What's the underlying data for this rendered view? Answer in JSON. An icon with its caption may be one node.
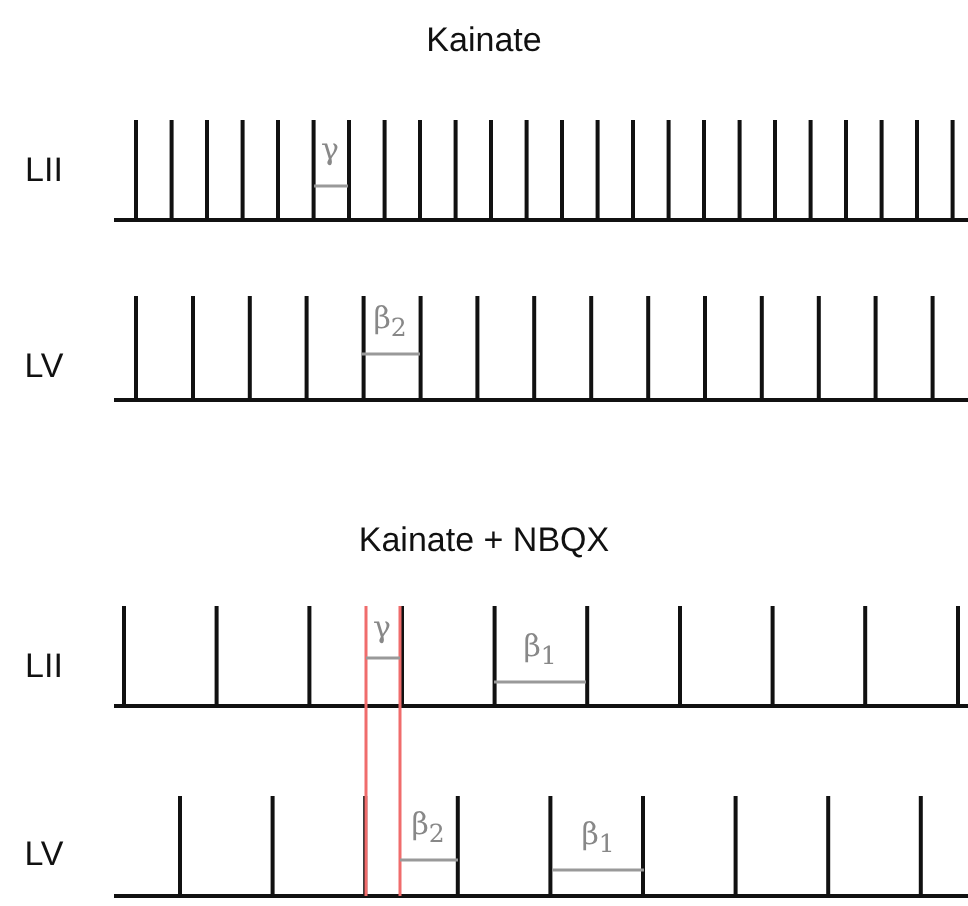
{
  "diagram": {
    "labels": [
      "Kainate",
      "LII",
      "γ",
      "LV",
      "β$_{2}$",
      "Kainate + NBQX",
      "LII",
      "γ",
      "β$_{1}$",
      "LV",
      "β$_{2}$",
      "β$_{1}$"
    ]
  }
}
